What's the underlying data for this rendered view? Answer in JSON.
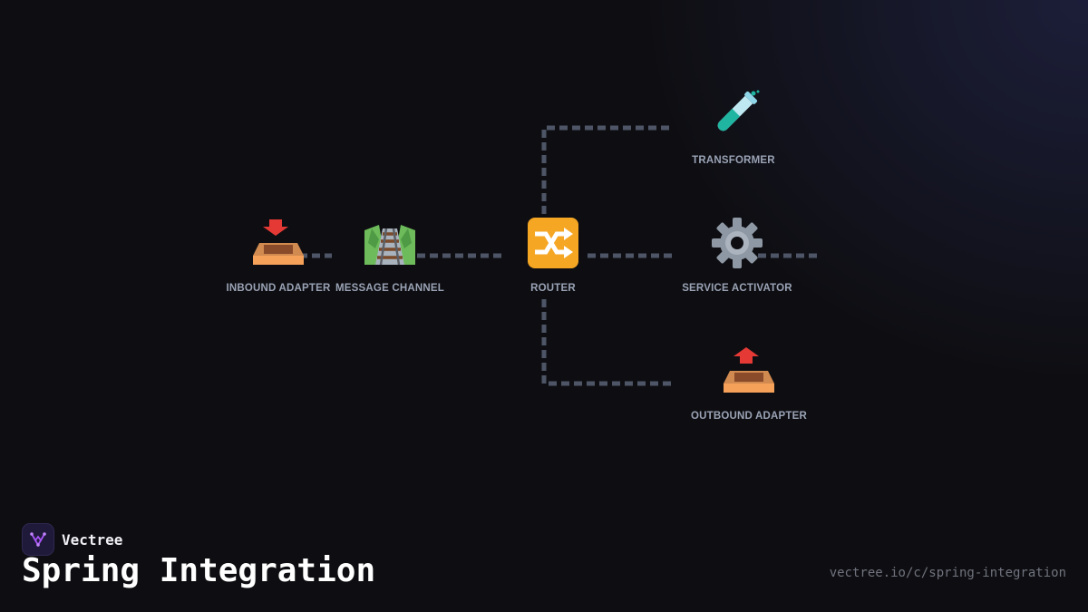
{
  "diagram": {
    "nodes": [
      {
        "id": "inbound-adapter",
        "label": "INBOUND ADAPTER",
        "icon": "inbox-tray-icon"
      },
      {
        "id": "message-channel",
        "label": "MESSAGE CHANNEL",
        "icon": "railway-track-icon"
      },
      {
        "id": "router",
        "label": "ROUTER",
        "icon": "shuffle-arrows-icon"
      },
      {
        "id": "transformer",
        "label": "TRANSFORMER",
        "icon": "test-tube-icon"
      },
      {
        "id": "service-activator",
        "label": "SERVICE ACTIVATOR",
        "icon": "gear-icon"
      },
      {
        "id": "outbound-adapter",
        "label": "OUTBOUND ADAPTER",
        "icon": "outbox-tray-icon"
      }
    ],
    "edges": [
      {
        "from": "inbound-adapter",
        "to": "message-channel"
      },
      {
        "from": "message-channel",
        "to": "router"
      },
      {
        "from": "router",
        "to": "transformer"
      },
      {
        "from": "router",
        "to": "service-activator"
      },
      {
        "from": "router",
        "to": "outbound-adapter"
      }
    ],
    "connector_color": "#4d5566"
  },
  "brand": {
    "name": "Vectree",
    "logo_icon": "vectree-logo-icon"
  },
  "footer": {
    "title": "Spring Integration",
    "url": "vectree.io/c/spring-integration"
  },
  "colors": {
    "background": "#0e0e12",
    "label": "#9aa3b5",
    "accent": "#a855f7"
  }
}
